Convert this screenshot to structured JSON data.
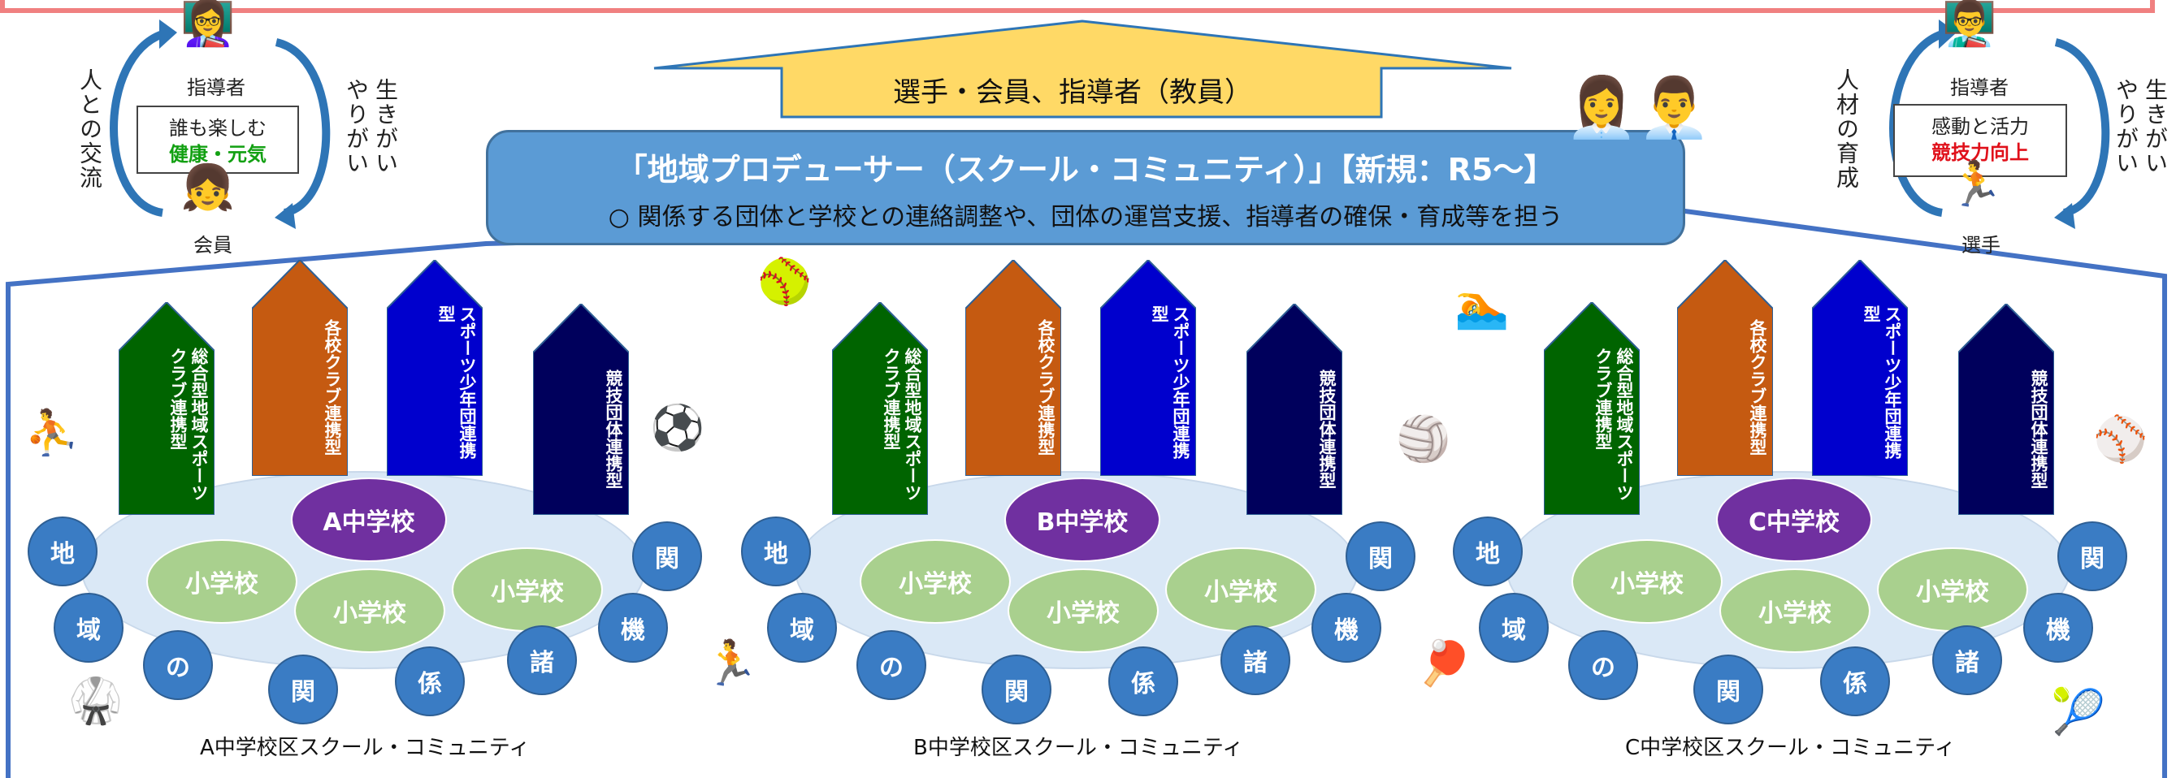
{
  "left_cycle": {
    "top_label": "指導者",
    "bottom_label": "会員",
    "left_vertical": "人との交流",
    "right_vertical": "生きがい やりがい",
    "box_line1": "誰も楽しむ",
    "box_line2": "健康・元気"
  },
  "right_cycle": {
    "top_label": "指導者",
    "bottom_label": "選手",
    "left_vertical": "人材の育成",
    "right_vertical": "生きがい やりがい",
    "box_line1": "感動と活力",
    "box_line2": "競技力向上"
  },
  "arrow_text": "選手・会員、指導者（教員）",
  "producer": {
    "title": "「地域プロデューサー（スクール・コミュニティ）」【新規：R5～】",
    "subtitle": "○ 関係する団体と学校との連絡調整や、団体の運営支援、指導者の確保・育成等を担う"
  },
  "pillar_labels": [
    "総合型地域スポーツクラブ連携型",
    "各校クラブ連携型",
    "スポーツ少年団連携型",
    "競技団体連携型"
  ],
  "ring_chars": [
    "地",
    "域",
    "の",
    "関",
    "係",
    "諸",
    "機",
    "関"
  ],
  "elementary_label": "小学校",
  "communities": [
    {
      "school": "A中学校",
      "caption": "A中学校区スクール・コミュニティ"
    },
    {
      "school": "B中学校",
      "caption": "B中学校区スクール・コミュニティ"
    },
    {
      "school": "C中学校",
      "caption": "C中学校区スクール・コミュニティ"
    }
  ],
  "colors": {
    "pillar_green": "#006400",
    "pillar_orange": "#c55a11",
    "pillar_blue": "#0000cd",
    "pillar_navy": "#00005c",
    "ring_blue": "#3a7cc4",
    "school_purple": "#7030a0",
    "elementary_green": "#a9d08e",
    "producer_blue": "#5b9bd5",
    "arrow_yellow": "#ffd966",
    "frame_pink": "#f08080",
    "frame_blue": "#4472c4"
  }
}
